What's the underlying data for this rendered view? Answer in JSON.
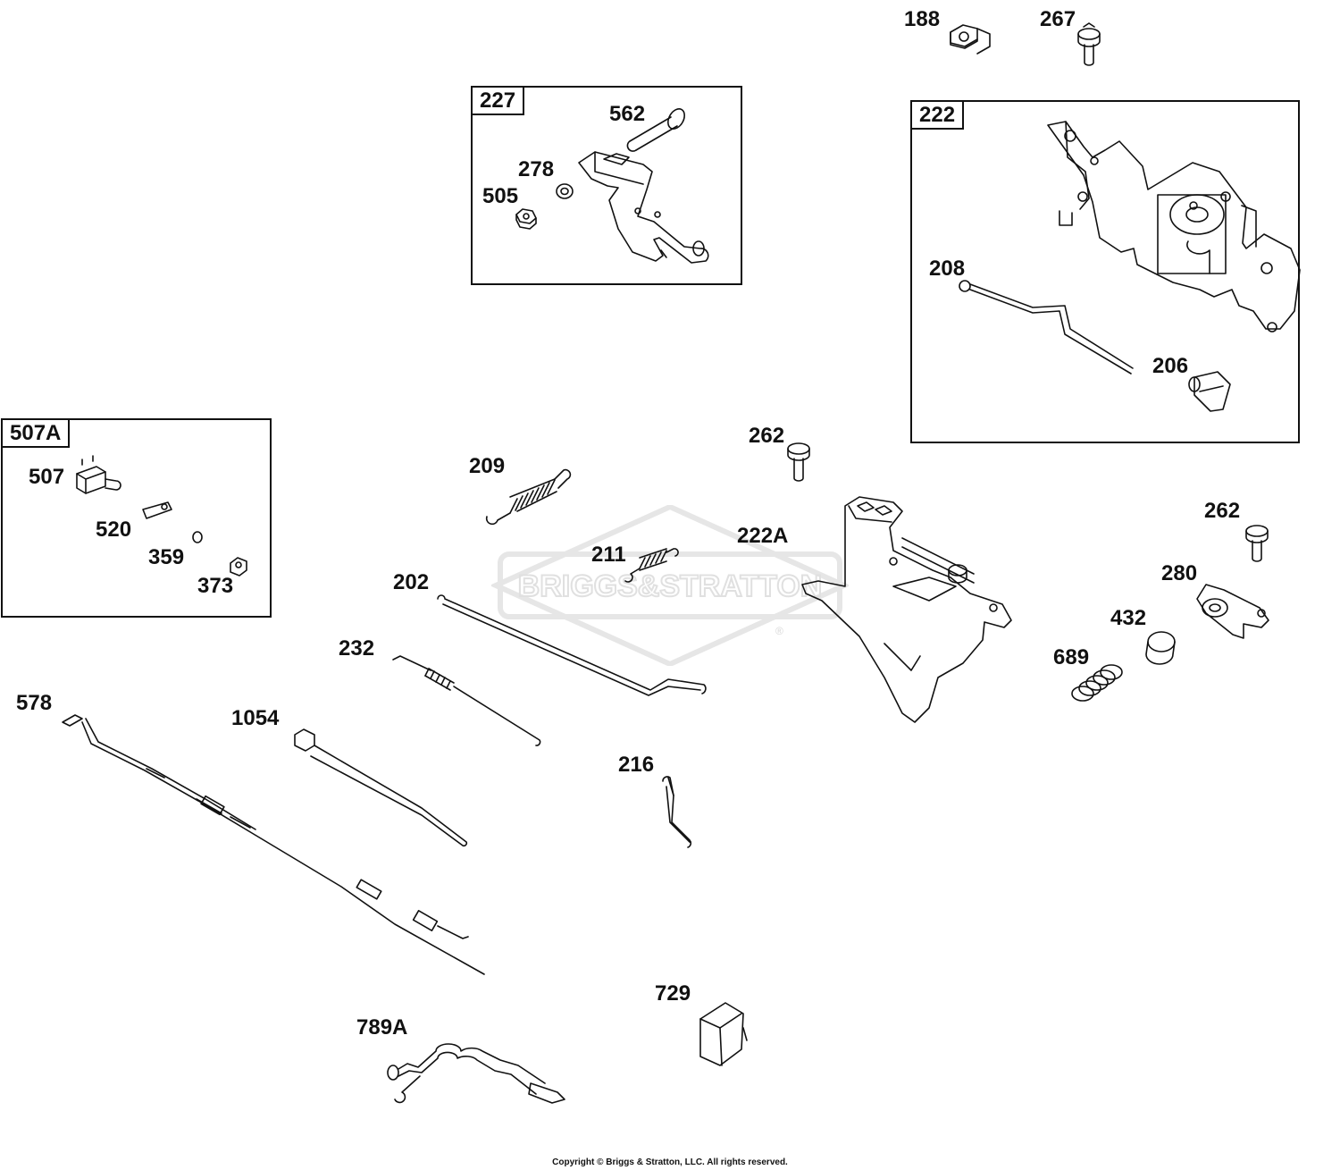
{
  "watermark": {
    "brand_left": "BRIGGS",
    "brand_amp": "&",
    "brand_right": "STRATTON",
    "reg": "®"
  },
  "copyright": "Copyright © Briggs & Stratton, LLC. All rights reserved.",
  "groups": [
    {
      "id": "227",
      "label": "227"
    },
    {
      "id": "222",
      "label": "222"
    },
    {
      "id": "507A",
      "label": "507A"
    }
  ],
  "parts": {
    "p188": "188",
    "p267": "267",
    "p562": "562",
    "p278": "278",
    "p505": "505",
    "p208": "208",
    "p206": "206",
    "p507": "507",
    "p520": "520",
    "p359": "359",
    "p373": "373",
    "p262a": "262",
    "p262b": "262",
    "p209": "209",
    "p222A": "222A",
    "p211": "211",
    "p202": "202",
    "p280": "280",
    "p432": "432",
    "p689": "689",
    "p232": "232",
    "p578": "578",
    "p1054": "1054",
    "p216": "216",
    "p729": "729",
    "p789A": "789A"
  },
  "colors": {
    "line": "#111111",
    "watermark": "#e6e6e6"
  }
}
